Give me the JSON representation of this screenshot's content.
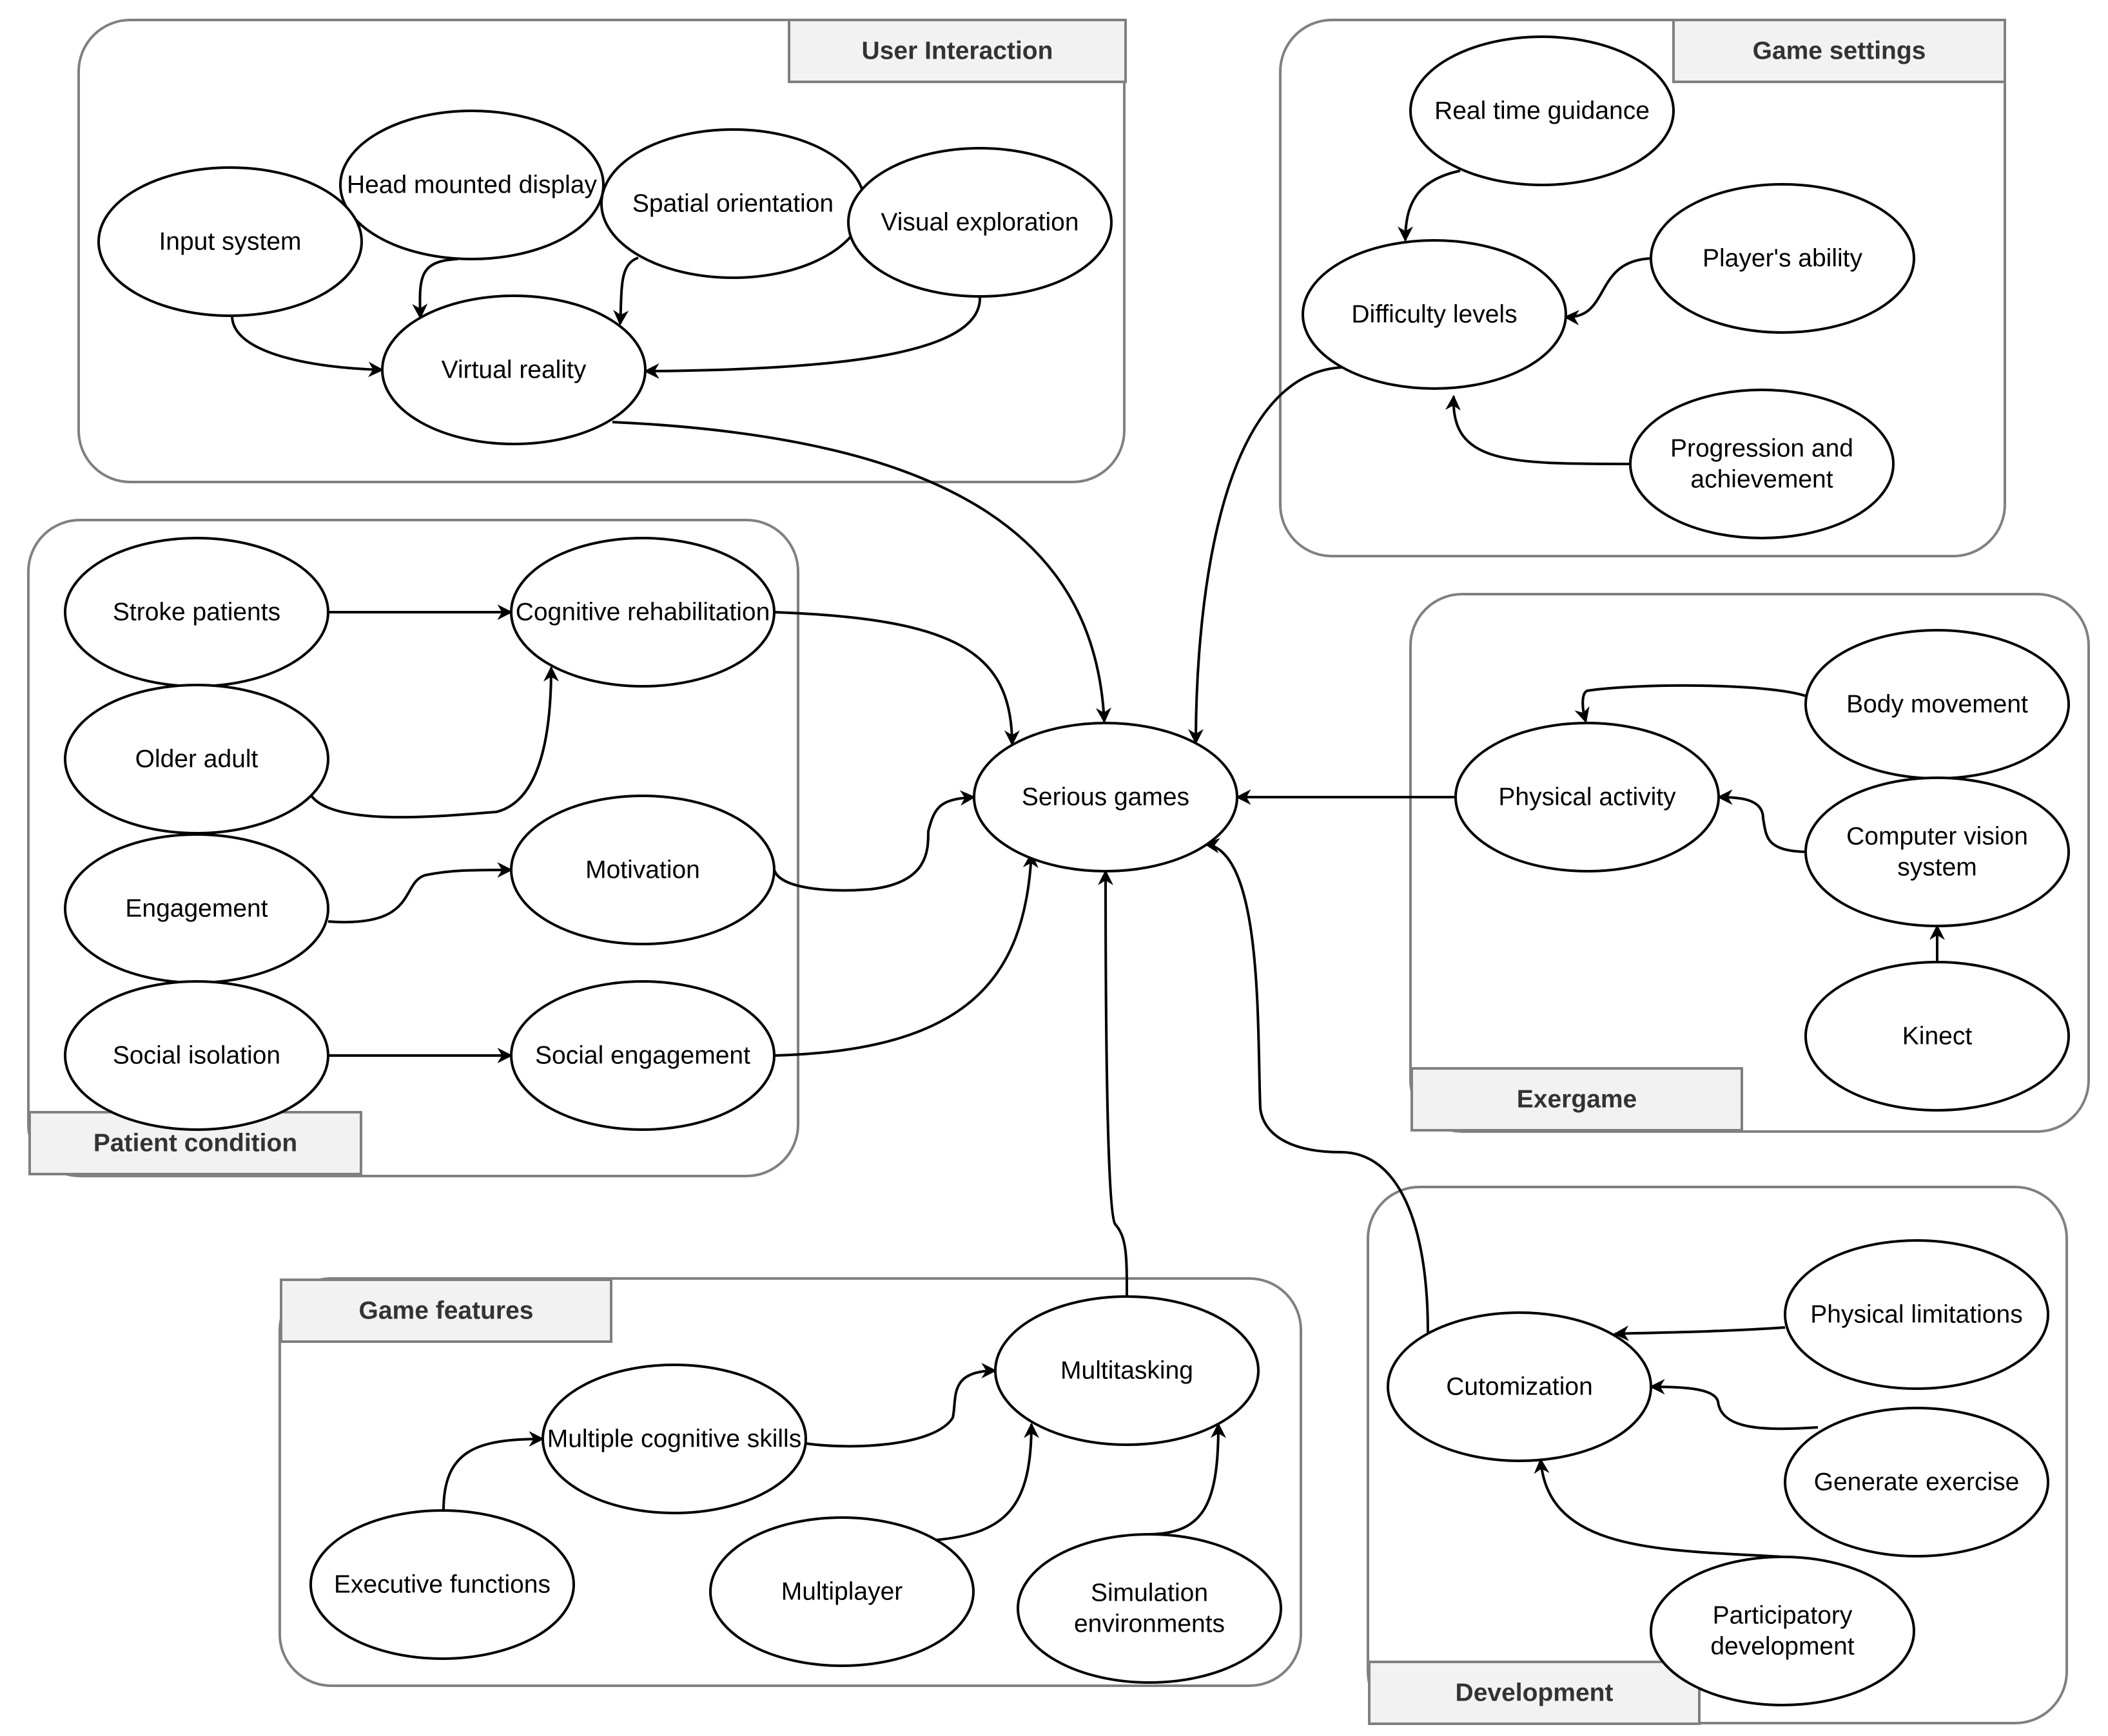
{
  "groups": [
    {
      "id": "user-interaction",
      "label": "User Interaction"
    },
    {
      "id": "game-settings",
      "label": "Game settings"
    },
    {
      "id": "patient-condition",
      "label": "Patient condition"
    },
    {
      "id": "exergame",
      "label": "Exergame"
    },
    {
      "id": "game-features",
      "label": "Game features"
    },
    {
      "id": "development",
      "label": "Development"
    }
  ],
  "nodes": [
    {
      "id": "head-mounted-display",
      "lines": [
        "Head mounted display"
      ]
    },
    {
      "id": "input-system",
      "lines": [
        "Input system"
      ]
    },
    {
      "id": "spatial-orientation",
      "lines": [
        "Spatial orientation"
      ]
    },
    {
      "id": "visual-exploration",
      "lines": [
        "Visual exploration"
      ]
    },
    {
      "id": "virtual-reality",
      "lines": [
        "Virtual reality"
      ]
    },
    {
      "id": "real-time-guidance",
      "lines": [
        "Real time guidance"
      ]
    },
    {
      "id": "players-ability",
      "lines": [
        "Player's ability"
      ]
    },
    {
      "id": "difficulty-levels",
      "lines": [
        "Difficulty levels"
      ]
    },
    {
      "id": "progression-and-achievement",
      "lines": [
        "Progression and",
        "achievement"
      ]
    },
    {
      "id": "stroke-patients",
      "lines": [
        "Stroke patients"
      ]
    },
    {
      "id": "cognitive-rehabilitation",
      "lines": [
        "Cognitive rehabilitation"
      ]
    },
    {
      "id": "older-adult",
      "lines": [
        "Older adult"
      ]
    },
    {
      "id": "engagement",
      "lines": [
        "Engagement"
      ]
    },
    {
      "id": "motivation",
      "lines": [
        "Motivation"
      ]
    },
    {
      "id": "social-isolation",
      "lines": [
        "Social isolation"
      ]
    },
    {
      "id": "social-engagement",
      "lines": [
        "Social engagement"
      ]
    },
    {
      "id": "serious-games",
      "lines": [
        "Serious games"
      ]
    },
    {
      "id": "body-movement",
      "lines": [
        "Body movement"
      ]
    },
    {
      "id": "physical-activity",
      "lines": [
        "Physical activity"
      ]
    },
    {
      "id": "computer-vision-system",
      "lines": [
        "Computer vision",
        "system"
      ]
    },
    {
      "id": "kinect",
      "lines": [
        "Kinect"
      ]
    },
    {
      "id": "multitasking",
      "lines": [
        "Multitasking"
      ]
    },
    {
      "id": "multiple-cognitive-skills",
      "lines": [
        "Multiple cognitive skills"
      ]
    },
    {
      "id": "executive-functions",
      "lines": [
        "Executive functions"
      ]
    },
    {
      "id": "multiplayer",
      "lines": [
        "Multiplayer"
      ]
    },
    {
      "id": "simulation-environments",
      "lines": [
        "Simulation",
        "environments"
      ]
    },
    {
      "id": "physical-limitations",
      "lines": [
        "Physical limitations"
      ]
    },
    {
      "id": "cutomization",
      "lines": [
        "Cutomization"
      ]
    },
    {
      "id": "generate-exercise",
      "lines": [
        "Generate exercise"
      ]
    },
    {
      "id": "participatory-development",
      "lines": [
        "Participatory",
        "development"
      ]
    }
  ],
  "edges": [
    {
      "from": "input-system",
      "to": "virtual-reality"
    },
    {
      "from": "head-mounted-display",
      "to": "virtual-reality"
    },
    {
      "from": "spatial-orientation",
      "to": "virtual-reality"
    },
    {
      "from": "visual-exploration",
      "to": "virtual-reality"
    },
    {
      "from": "virtual-reality",
      "to": "serious-games"
    },
    {
      "from": "real-time-guidance",
      "to": "difficulty-levels"
    },
    {
      "from": "players-ability",
      "to": "difficulty-levels"
    },
    {
      "from": "progression-and-achievement",
      "to": "difficulty-levels"
    },
    {
      "from": "difficulty-levels",
      "to": "serious-games"
    },
    {
      "from": "stroke-patients",
      "to": "cognitive-rehabilitation"
    },
    {
      "from": "older-adult",
      "to": "cognitive-rehabilitation"
    },
    {
      "from": "cognitive-rehabilitation",
      "to": "serious-games"
    },
    {
      "from": "engagement",
      "to": "motivation"
    },
    {
      "from": "motivation",
      "to": "serious-games"
    },
    {
      "from": "social-isolation",
      "to": "social-engagement"
    },
    {
      "from": "social-engagement",
      "to": "serious-games"
    },
    {
      "from": "body-movement",
      "to": "physical-activity"
    },
    {
      "from": "computer-vision-system",
      "to": "physical-activity"
    },
    {
      "from": "kinect",
      "to": "computer-vision-system"
    },
    {
      "from": "physical-activity",
      "to": "serious-games"
    },
    {
      "from": "executive-functions",
      "to": "multiple-cognitive-skills"
    },
    {
      "from": "multiple-cognitive-skills",
      "to": "multitasking"
    },
    {
      "from": "multiplayer",
      "to": "multitasking"
    },
    {
      "from": "simulation-environments",
      "to": "multitasking"
    },
    {
      "from": "multitasking",
      "to": "serious-games"
    },
    {
      "from": "physical-limitations",
      "to": "cutomization"
    },
    {
      "from": "generate-exercise",
      "to": "cutomization"
    },
    {
      "from": "participatory-development",
      "to": "cutomization"
    },
    {
      "from": "cutomization",
      "to": "serious-games"
    }
  ]
}
